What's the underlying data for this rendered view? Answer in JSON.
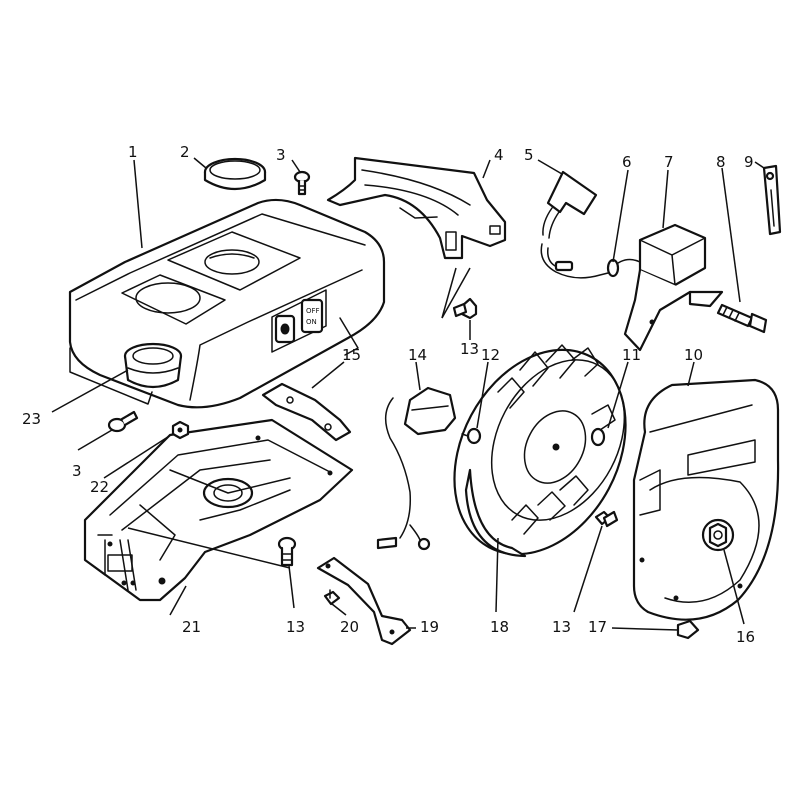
{
  "callouts": [
    "1",
    "2",
    "3",
    "4",
    "5",
    "6",
    "7",
    "8",
    "9",
    "10",
    "11",
    "12",
    "13",
    "14",
    "15",
    "16",
    "17",
    "18",
    "19",
    "20",
    "21",
    "22",
    "23"
  ],
  "switch_labels": {
    "off": "OFF",
    "on": "ON"
  }
}
